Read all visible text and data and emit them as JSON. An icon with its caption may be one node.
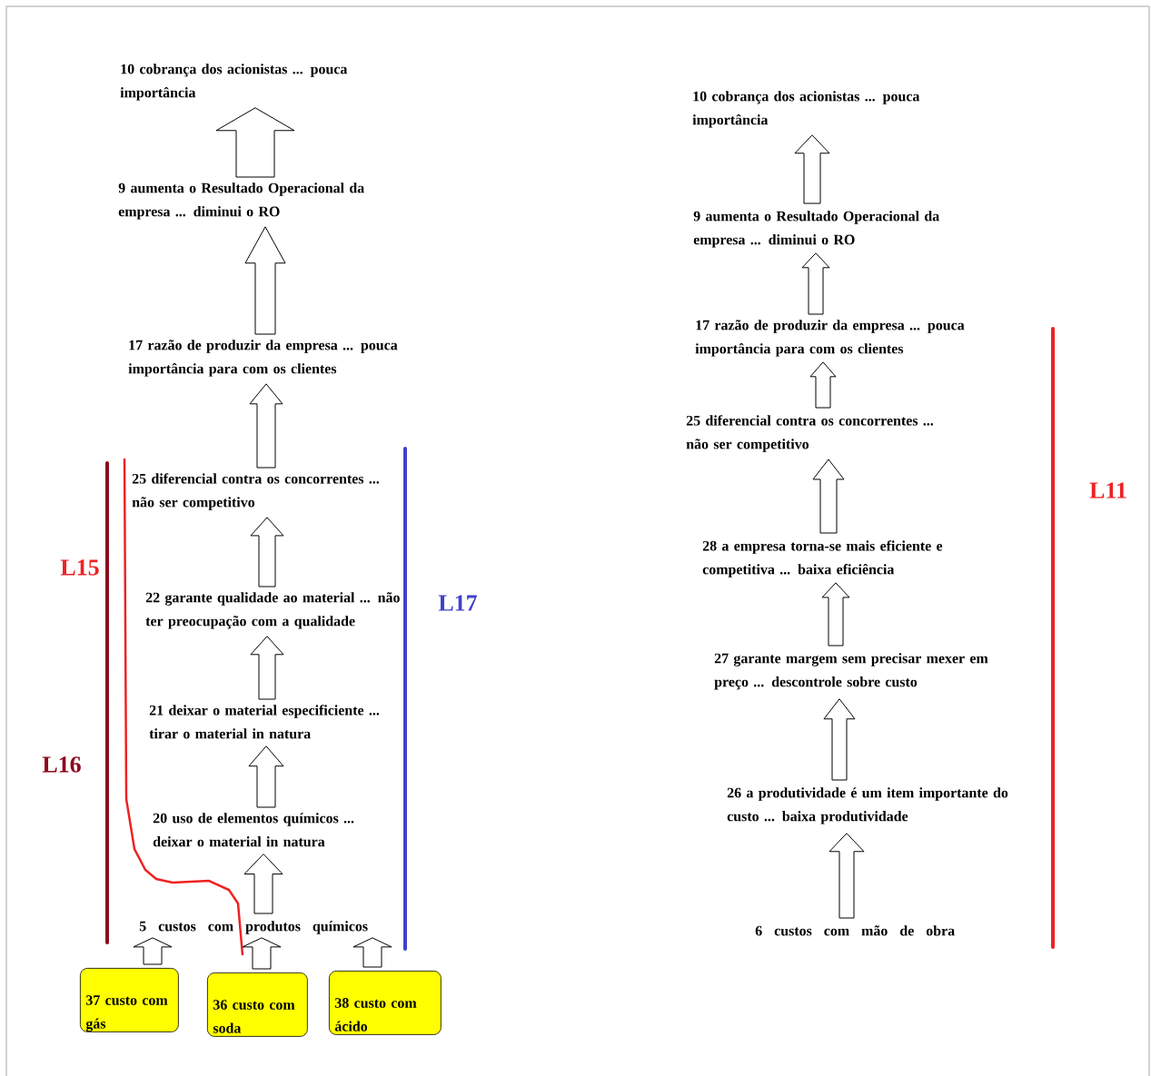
{
  "diagram": {
    "nodes": [
      {
        "text": [
          "10 cobrança dos acionistas ... pouca importância"
        ]
      },
      {
        "text": [
          "9 aumenta o Resultado Operacional da empresa ... diminui o RO"
        ]
      },
      {
        "text": [
          "17 razão de produzir da empresa ... pouca importância para com os clientes"
        ]
      },
      {
        "text": [
          "25 diferencial contra os concorrentes ... não ser competitivo"
        ]
      },
      {
        "text": [
          "22 garante qualidade ao material ... não ter preocupação com a qualidade"
        ]
      },
      {
        "text": [
          "21 deixar o material especificiente ... tirar o material in natura"
        ]
      },
      {
        "text": [
          "20 uso de elementos químicos ... deixar o material in natura"
        ]
      },
      {
        "text": [
          "5  custos  com  produtos  químicos"
        ]
      },
      {
        "text": [
          "37 custo com gás"
        ]
      },
      {
        "text": [
          "36 custo com soda"
        ]
      },
      {
        "text": [
          "38 custo com ácido"
        ]
      },
      {
        "text": [
          "10 cobrança dos acionistas ... pouca importância"
        ]
      },
      {
        "text": [
          "9 aumenta o Resultado Operacional da empresa ... diminui o RO"
        ]
      },
      {
        "text": [
          "17 razão de produzir da empresa ... pouca importância para com os clientes"
        ]
      },
      {
        "text": [
          "25 diferencial contra os concorrentes ... não ser competitivo"
        ]
      },
      {
        "text": [
          "28 a empresa torna-se mais eficiente e competitiva ... baixa eficiência"
        ]
      },
      {
        "text": [
          "27 garante margem sem precisar mexer em preço ... descontrole sobre custo"
        ]
      },
      {
        "text": [
          "26 a produtividade é um item importante do custo ... baixa produtividade"
        ]
      },
      {
        "text": [
          "6 custos com mão de obra"
        ]
      }
    ],
    "edges": [
      {
        "from": 8,
        "to": 7,
        "arrow": "to"
      },
      {
        "from": 9,
        "to": 7,
        "arrow": "to"
      },
      {
        "from": 10,
        "to": 7,
        "arrow": "to"
      },
      {
        "from": 7,
        "to": 6,
        "arrow": "to"
      },
      {
        "from": 6,
        "to": 5,
        "arrow": "to"
      },
      {
        "from": 5,
        "to": 4,
        "arrow": "to"
      },
      {
        "from": 4,
        "to": 3,
        "arrow": "to"
      },
      {
        "from": 3,
        "to": 2,
        "arrow": "to"
      },
      {
        "from": 2,
        "to": 1,
        "arrow": "to"
      },
      {
        "from": 1,
        "to": 0,
        "arrow": "to"
      },
      {
        "from": 18,
        "to": 17,
        "arrow": "to"
      },
      {
        "from": 17,
        "to": 16,
        "arrow": "to"
      },
      {
        "from": 16,
        "to": 15,
        "arrow": "to"
      },
      {
        "from": 15,
        "to": 14,
        "arrow": "to"
      },
      {
        "from": 14,
        "to": 13,
        "arrow": "to"
      },
      {
        "from": 13,
        "to": 12,
        "arrow": "to"
      },
      {
        "from": 12,
        "to": 11,
        "arrow": "to"
      }
    ],
    "labels": [
      "L11",
      "L15",
      "L17",
      "L16"
    ]
  }
}
